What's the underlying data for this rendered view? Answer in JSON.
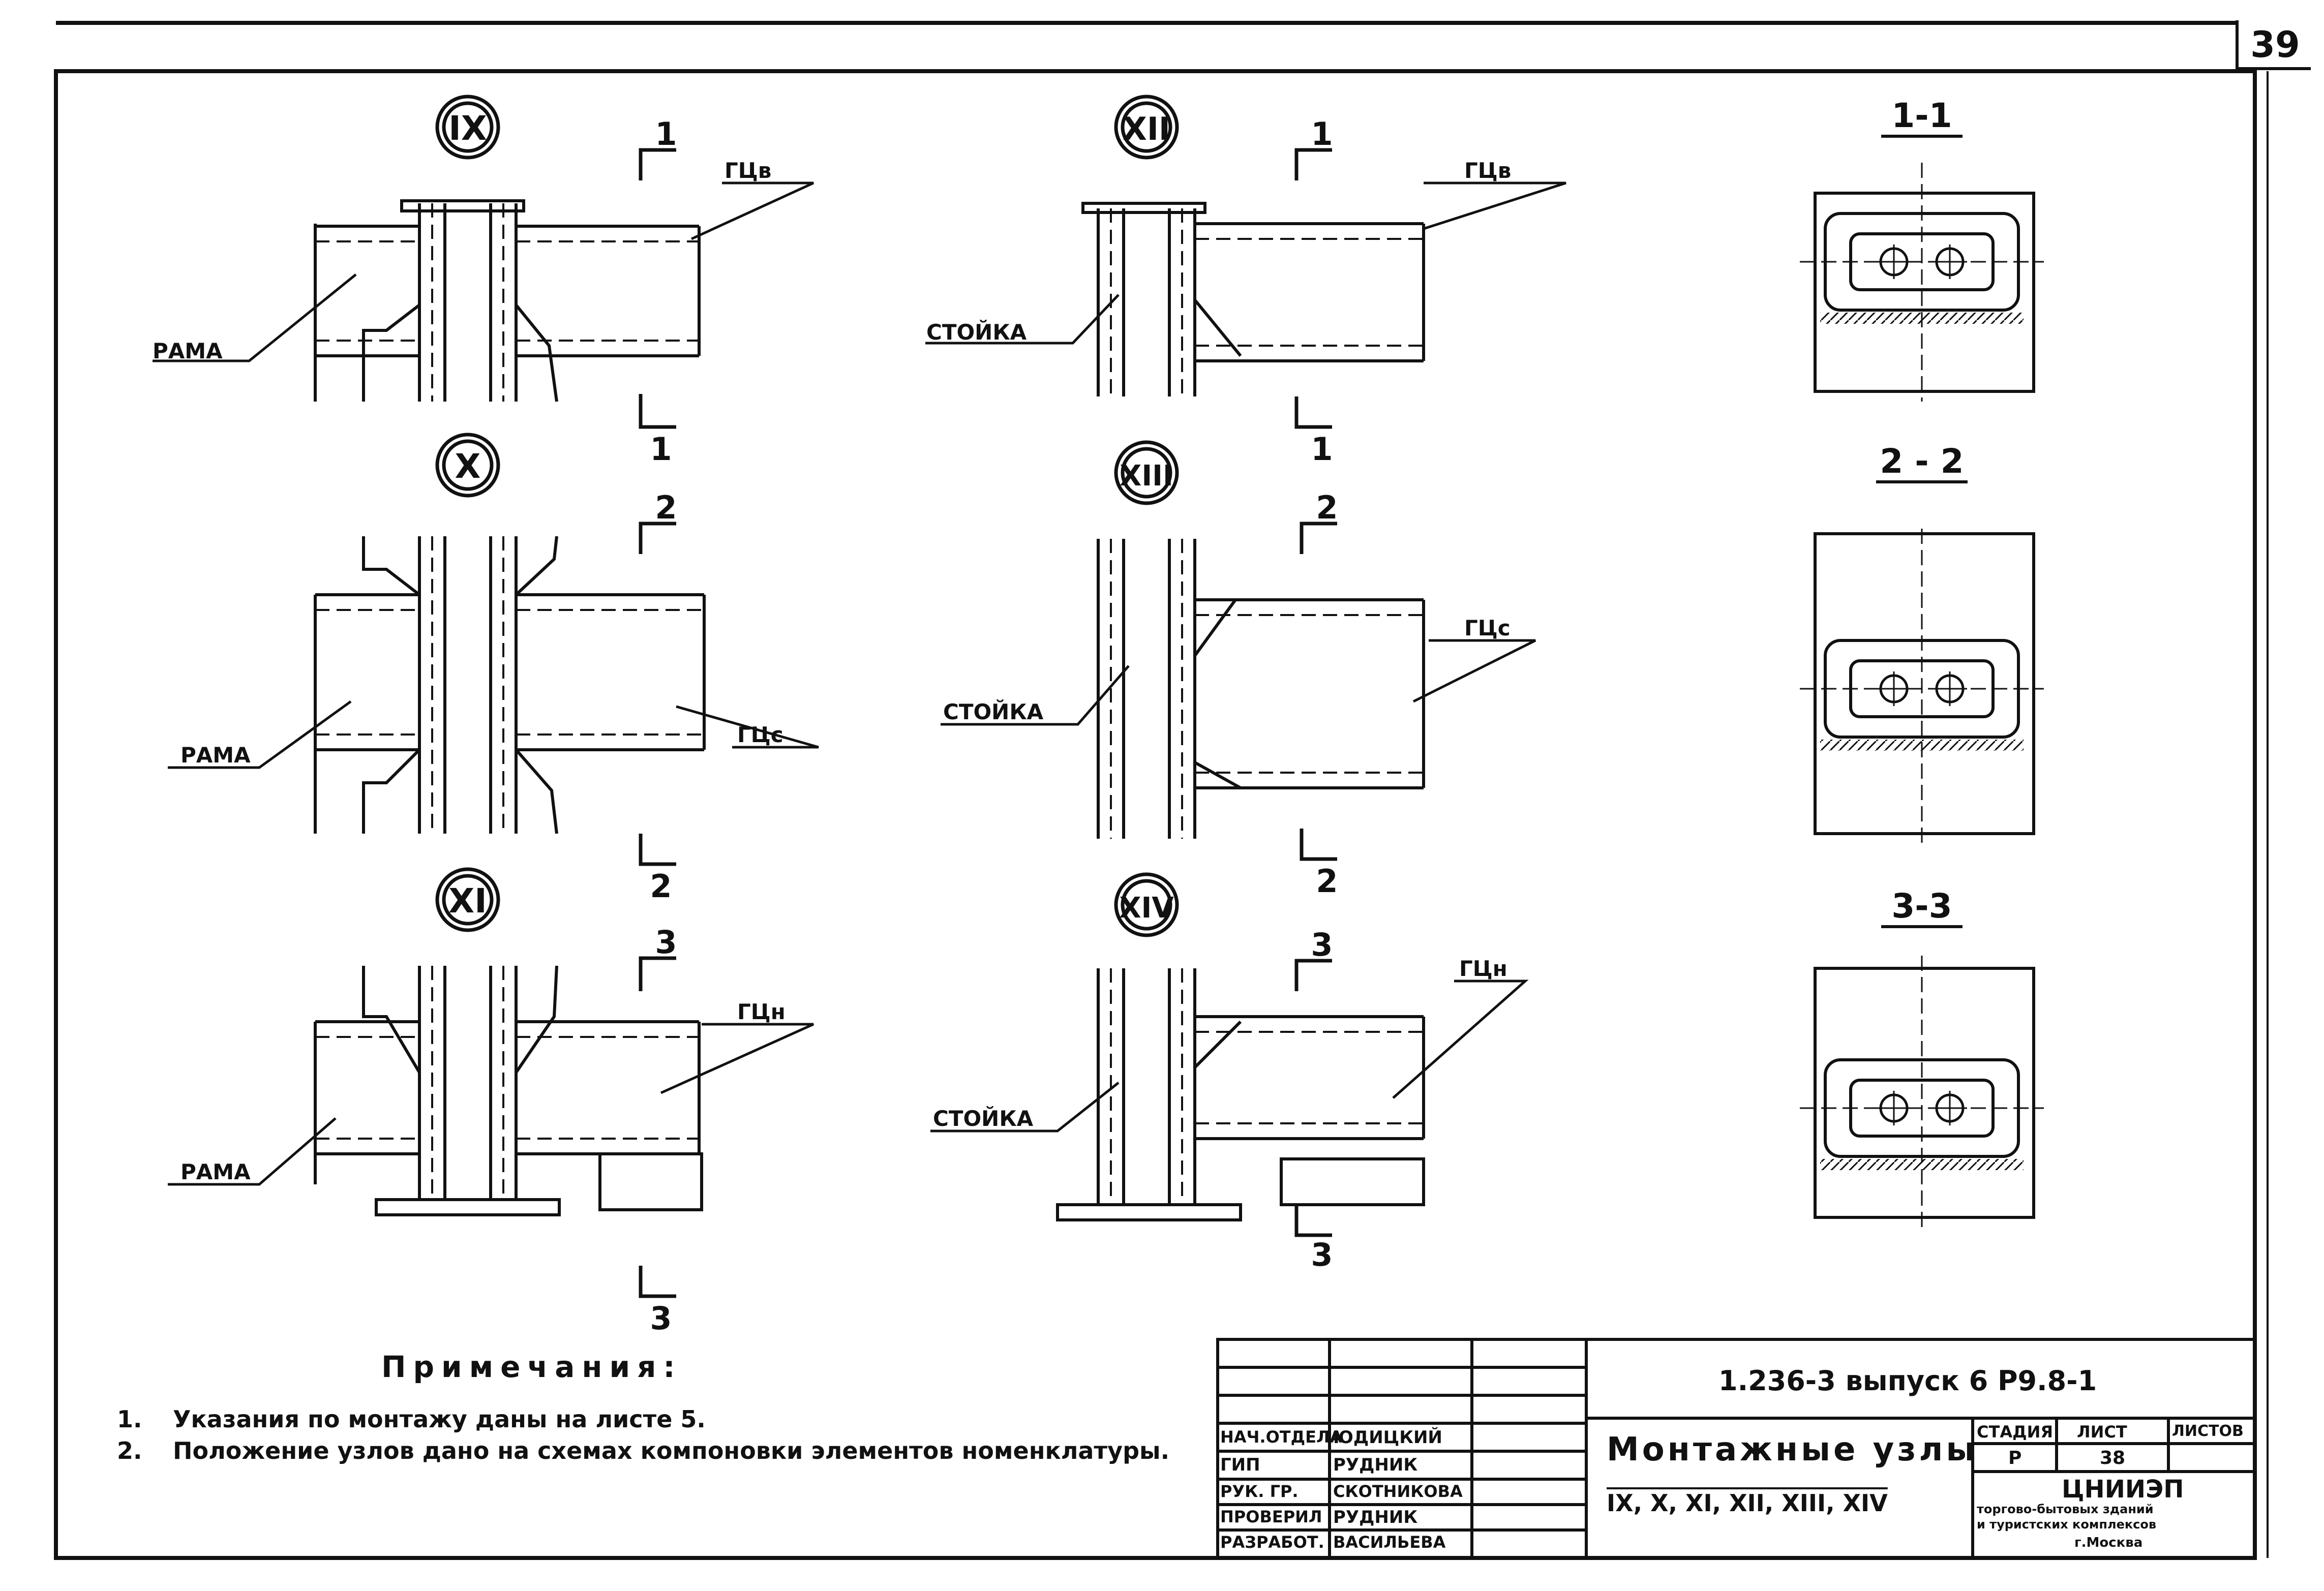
{
  "sheet_number": "39",
  "nodes": {
    "ix": "IX",
    "x": "X",
    "xi": "XI",
    "xii": "XII",
    "xiii": "XIII",
    "xiv": "XIV"
  },
  "labels": {
    "rama": "РАМА",
    "stoyka": "СТОЙКА",
    "gc_v": "ГЦв",
    "gc_s": "ГЦс",
    "gc_n": "ГЦн"
  },
  "section_marks": {
    "s1": "1",
    "s2": "2",
    "s3": "3"
  },
  "section_titles": {
    "s11": "1-1",
    "s22": "2 - 2",
    "s33": "3-3"
  },
  "notes": {
    "title": "Примечания:",
    "items": [
      {
        "num": "1.",
        "text": "Указания по монтажу даны на листе 5."
      },
      {
        "num": "2.",
        "text": "Положение узлов дано на схемах компоновки элементов номенклатуры."
      }
    ]
  },
  "title_block": {
    "code": "1.236-3    выпуск 6    Р9.8-1",
    "title": "Монтажные узлы",
    "subtitle": "IX, X, XI, XII, XIII, XIV",
    "roles": [
      {
        "role": "НАЧ.ОТДЕЛА",
        "name": "ЮДИЦКИЙ"
      },
      {
        "role": "ГИП",
        "name": "РУДНИК"
      },
      {
        "role": "РУК. ГР.",
        "name": "СКОТНИКОВА"
      },
      {
        "role": "ПРОВЕРИЛ",
        "name": "РУДНИК"
      },
      {
        "role": "РАЗРАБОТ.",
        "name": "ВАСИЛЬЕВА"
      }
    ],
    "stage_label": "СТАДИЯ",
    "sheet_label": "ЛИСТ",
    "sheets_label": "ЛИСТОВ",
    "stage": "Р",
    "sheet": "38",
    "org": "ЦНИИЭП",
    "org_line1": "торгово-бытовых зданий",
    "org_line2": "и туристских комплексов",
    "org_line3": "г.Москва"
  }
}
